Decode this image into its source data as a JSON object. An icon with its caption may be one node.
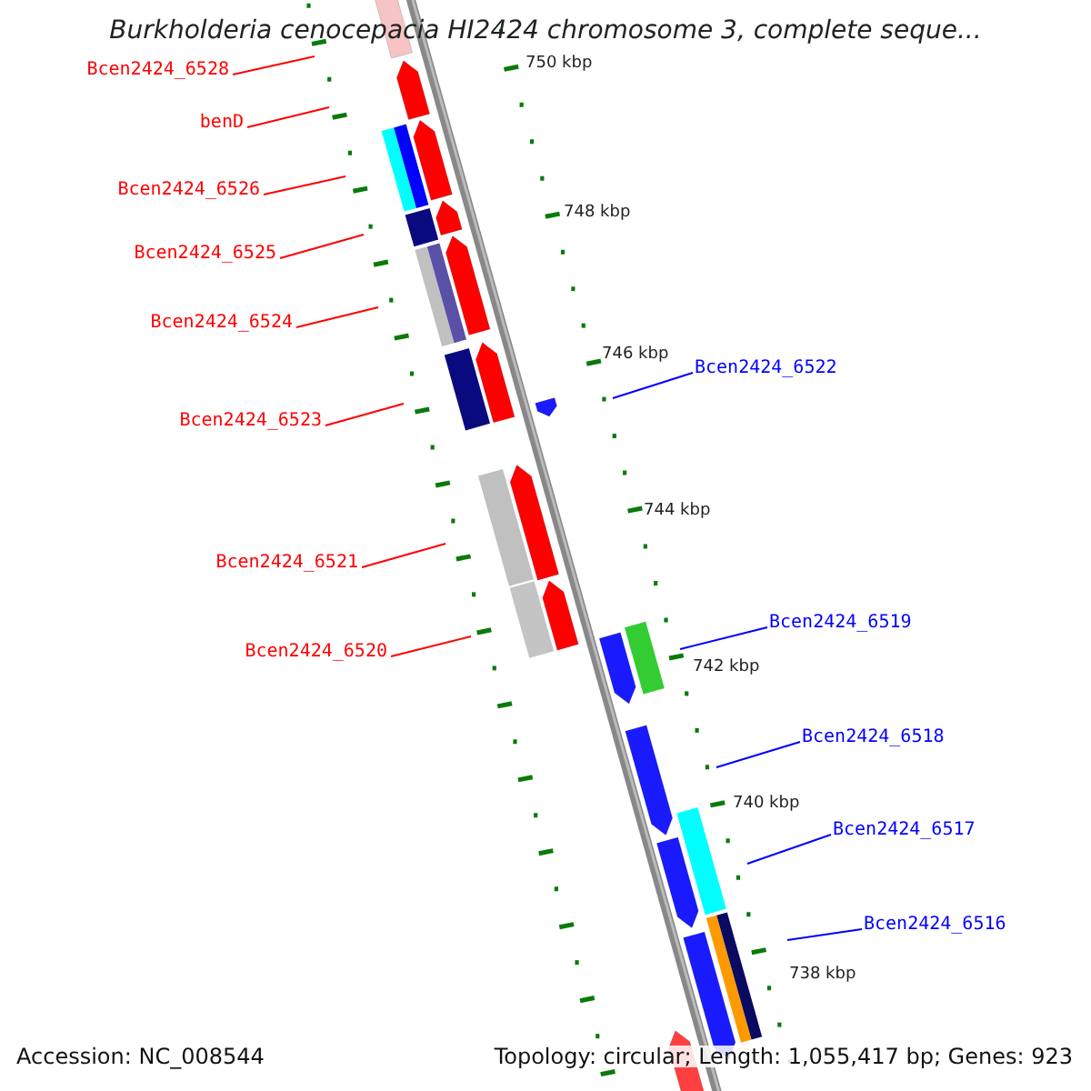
{
  "diagram": {
    "title": "Burkholderia cenocepacia HI2424 chromosome 3, complete seque...",
    "nodes": [
      {
        "text": [
          "Bcen2424_6528"
        ]
      },
      {
        "text": [
          "benD"
        ]
      },
      {
        "text": [
          "Bcen2424_6526"
        ]
      },
      {
        "text": [
          "Bcen2424_6525"
        ]
      },
      {
        "text": [
          "Bcen2424_6524"
        ]
      },
      {
        "text": [
          "Bcen2424_6523"
        ]
      },
      {
        "text": [
          "Bcen2424_6521"
        ]
      },
      {
        "text": [
          "Bcen2424_6520"
        ]
      },
      {
        "text": [
          "Bcen2424_6522"
        ]
      },
      {
        "text": [
          "Bcen2424_6519"
        ]
      },
      {
        "text": [
          "Bcen2424_6518"
        ]
      },
      {
        "text": [
          "Bcen2424_6517"
        ]
      },
      {
        "text": [
          "Bcen2424_6516"
        ]
      }
    ],
    "edges": [
      {
        "from": 0,
        "to": null,
        "arrow": "none"
      },
      {
        "from": 1,
        "to": null,
        "arrow": "none"
      },
      {
        "from": 2,
        "to": null,
        "arrow": "none"
      },
      {
        "from": 3,
        "to": null,
        "arrow": "none"
      },
      {
        "from": 4,
        "to": null,
        "arrow": "none"
      },
      {
        "from": 5,
        "to": null,
        "arrow": "none"
      },
      {
        "from": 6,
        "to": null,
        "arrow": "none"
      },
      {
        "from": 7,
        "to": null,
        "arrow": "none"
      },
      {
        "from": 8,
        "to": null,
        "arrow": "none",
        "color": "#0000ff"
      },
      {
        "from": 9,
        "to": null,
        "arrow": "none",
        "color": "#0000ff"
      },
      {
        "from": 10,
        "to": null,
        "arrow": "none",
        "color": "#0000ff"
      },
      {
        "from": 11,
        "to": null,
        "arrow": "none",
        "color": "#0000ff"
      },
      {
        "from": 12,
        "to": null,
        "arrow": "none",
        "color": "#0000ff"
      }
    ],
    "labels": [
      "750 kbp",
      "748 kbp",
      "746 kbp",
      "744 kbp",
      "742 kbp",
      "740 kbp",
      "738 kbp",
      "Accession: NC_008544",
      "Topology: circular; Length: 1,055,417 bp; Genes: 923"
    ]
  }
}
